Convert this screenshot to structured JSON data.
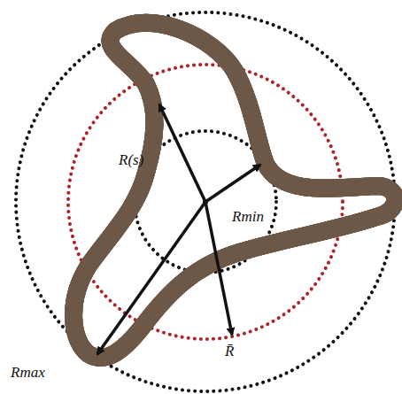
{
  "diagram": {
    "labels": [
      "R(s)",
      "Rmin",
      "Rmax",
      "R̄"
    ]
  }
}
